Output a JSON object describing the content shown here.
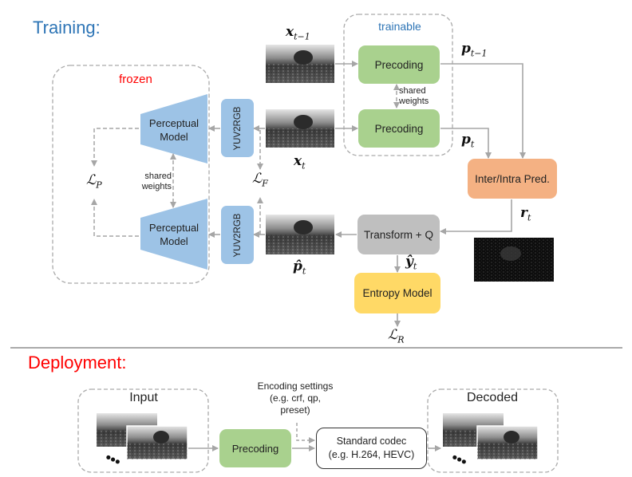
{
  "training": {
    "title": "Training:",
    "trainable_label": "trainable",
    "frozen_label": "frozen",
    "inputs": {
      "x_prev": "x",
      "x_prev_sub": "t−1",
      "x_t": "x",
      "x_t_sub": "t"
    },
    "precoding_top": "Precoding",
    "precoding_bottom": "Precoding",
    "shared_weights_precoding": [
      "shared",
      "weights"
    ],
    "outputs": {
      "p_prev": "p",
      "p_prev_sub": "t−1",
      "p_t": "p",
      "p_t_sub": "t"
    },
    "inter_intra": "Inter/Intra Pred.",
    "residual": {
      "sym": "r",
      "sub": "t"
    },
    "transform": "Transform + Q",
    "y_hat": {
      "sym": "ŷ",
      "sub": "t"
    },
    "entropy": "Entropy Model",
    "loss_r": {
      "sym": "ℒ",
      "sub": "R"
    },
    "loss_f": {
      "sym": "ℒ",
      "sub": "F"
    },
    "loss_p": {
      "sym": "ℒ",
      "sub": "P"
    },
    "p_hat": {
      "sym": "p̂",
      "sub": "t"
    },
    "yuv_top": "YUV2RGB",
    "yuv_bottom": "YUV2RGB",
    "perceptual_top": [
      "Perceptual",
      "Model"
    ],
    "perceptual_bottom": [
      "Perceptual",
      "Model"
    ],
    "shared_weights_perceptual": [
      "shared",
      "weights"
    ]
  },
  "deployment": {
    "title": "Deployment:",
    "input_label": "Input",
    "decoded_label": "Decoded",
    "encoding_settings": [
      "Encoding settings",
      "(e.g. crf, qp,",
      "preset)"
    ],
    "precoding": "Precoding",
    "codec": [
      "Standard codec",
      "(e.g. H.264, HEVC)"
    ],
    "ellipsis": "•••"
  },
  "colors": {
    "section_training": "#2e75b6",
    "trainable_text": "#2e75b6",
    "frozen_text": "#ff0000",
    "section_deployment": "#ff0000",
    "green": "#a9d18e",
    "orange": "#f4b183",
    "grey": "#bfbfbf",
    "yellow": "#ffd966",
    "blue": "#9dc3e6",
    "arrow": "#a6a6a6"
  }
}
